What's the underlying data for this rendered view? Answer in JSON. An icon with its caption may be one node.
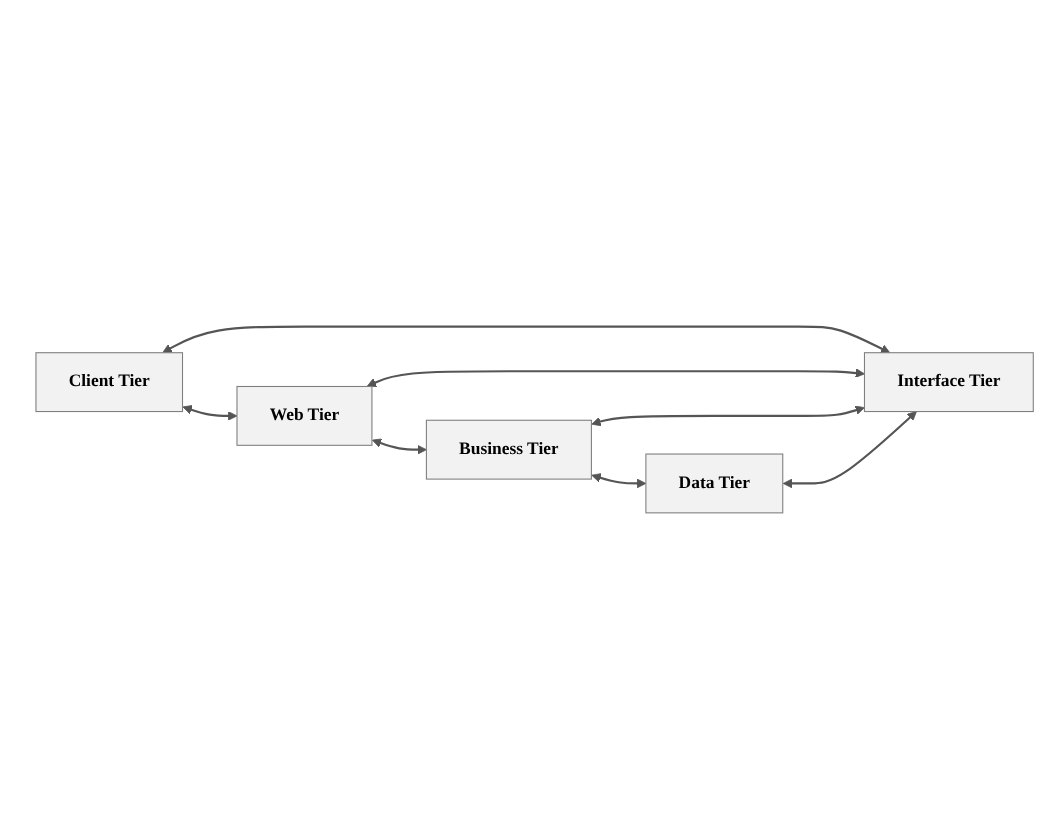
{
  "diagram": {
    "nodes": [
      {
        "text": [
          "Client Tier"
        ]
      },
      {
        "text": [
          "Web Tier"
        ]
      },
      {
        "text": [
          "Business Tier"
        ]
      },
      {
        "text": [
          "Data Tier"
        ]
      },
      {
        "text": [
          "Interface Tier"
        ]
      }
    ],
    "edges": [
      {
        "from": 0,
        "to": 1,
        "arrow": "both"
      },
      {
        "from": 1,
        "to": 2,
        "arrow": "both"
      },
      {
        "from": 2,
        "to": 3,
        "arrow": "both"
      },
      {
        "from": 0,
        "to": 4,
        "arrow": "both"
      },
      {
        "from": 1,
        "to": 4,
        "arrow": "both"
      },
      {
        "from": 2,
        "to": 4,
        "arrow": "both"
      },
      {
        "from": 3,
        "to": 4,
        "arrow": "both"
      }
    ]
  }
}
